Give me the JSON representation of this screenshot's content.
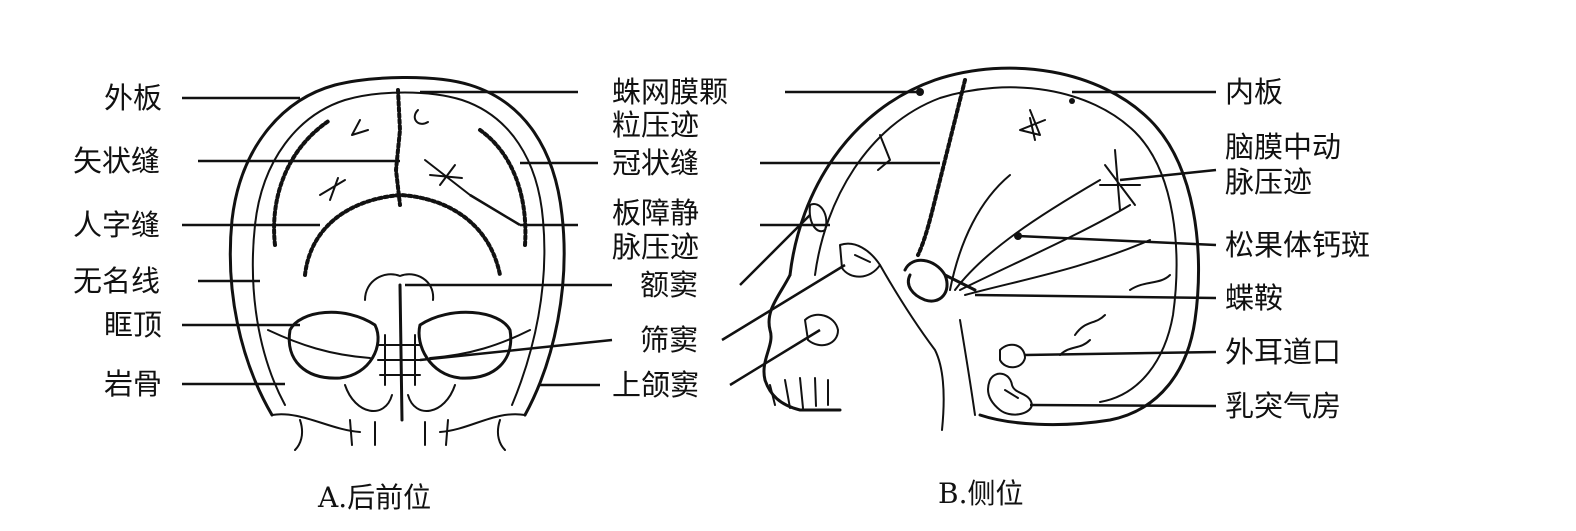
{
  "view_a": {
    "caption": "A.后前位",
    "labels": {
      "outer_table": "外板",
      "sagittal_suture": "矢状缝",
      "lambdoid_suture": "人字缝",
      "innominate_line": "无名线",
      "orbital_roof": "眶顶",
      "petrous_bone": "岩骨"
    }
  },
  "center_labels": {
    "arachnoid_granulation_1": "蛛网膜颗",
    "arachnoid_granulation_2": "粒压迹",
    "coronal_suture": "冠状缝",
    "diploic_vein_1": "板障静",
    "diploic_vein_2": "脉压迹",
    "frontal_sinus": "额窦",
    "ethmoid_sinus": "筛窦",
    "maxillary_sinus": "上颌窦"
  },
  "view_b": {
    "caption": "B.侧位",
    "labels": {
      "inner_table": "内板",
      "middle_meningeal_1": "脑膜中动",
      "middle_meningeal_2": "脉压迹",
      "pineal_calcification": "松果体钙斑",
      "sella_turcica": "蝶鞍",
      "external_auditory_meatus": "外耳道口",
      "mastoid_air_cells": "乳突气房"
    }
  }
}
